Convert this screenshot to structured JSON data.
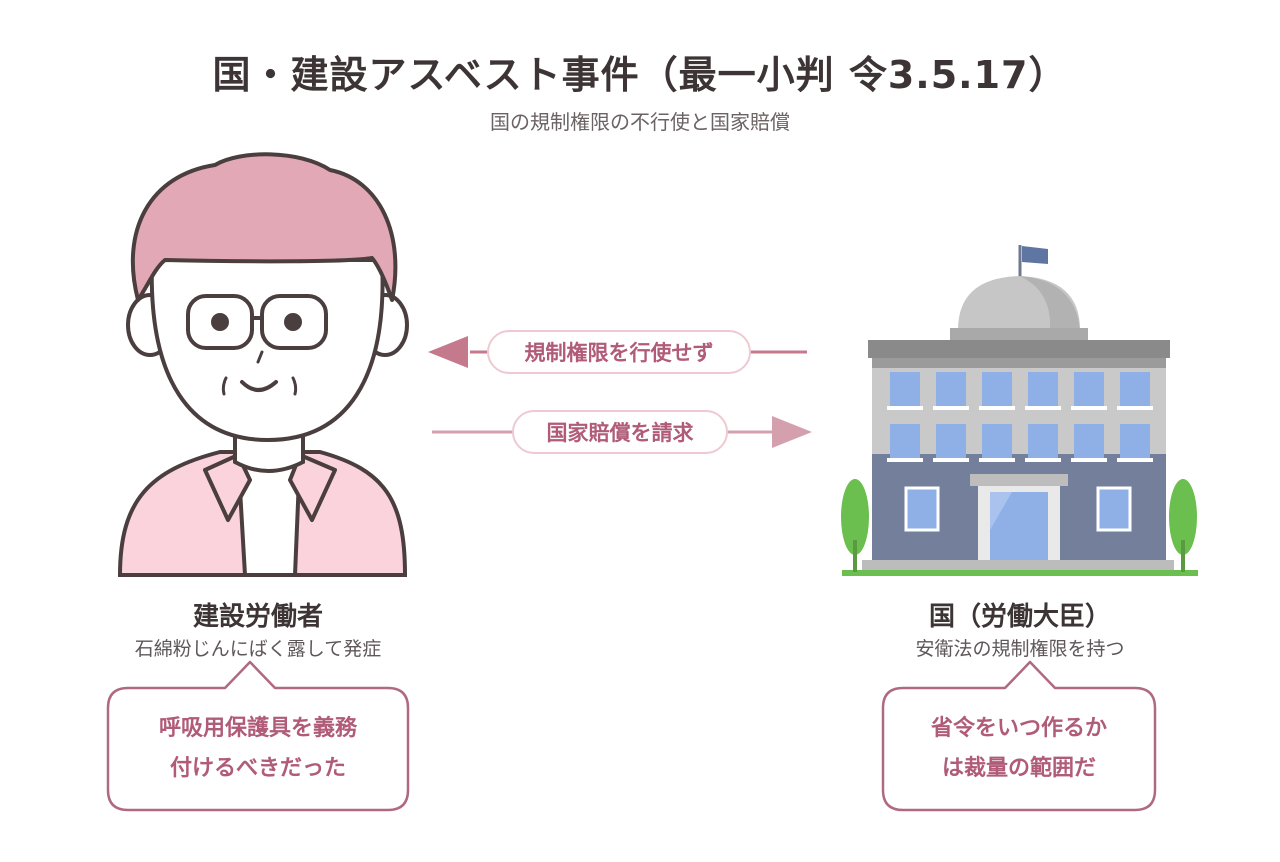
{
  "header": {
    "title": "国・建設アスベスト事件（最一小判 令3.5.17）",
    "subtitle": "国の規制権限の不行使と国家賠償"
  },
  "arrows": {
    "top_label": "規制権限を行使せず",
    "bottom_label": "国家賠償を請求"
  },
  "left": {
    "name": "建設労働者",
    "description": "石綿粉じんにばく露して発症",
    "bubble_line1": "呼吸用保護具を義務",
    "bubble_line2": "付けるべきだった"
  },
  "right": {
    "name": "国（労働大臣）",
    "description": "安衛法の規制権限を持つ",
    "bubble_line1": "省令をいつ作るか",
    "bubble_line2": "は裁量の範囲だ"
  },
  "colors": {
    "hair": "#e2a8b5",
    "shirt": "#fbd3dd",
    "accent": "#b05b78",
    "arrow_top": "#c47a8c",
    "arrow_bottom": "#d4a0ae",
    "building_upper": "#c9c9c9",
    "building_lower": "#737f9b",
    "window": "#8fb0e6",
    "tree": "#6bbf4e"
  }
}
